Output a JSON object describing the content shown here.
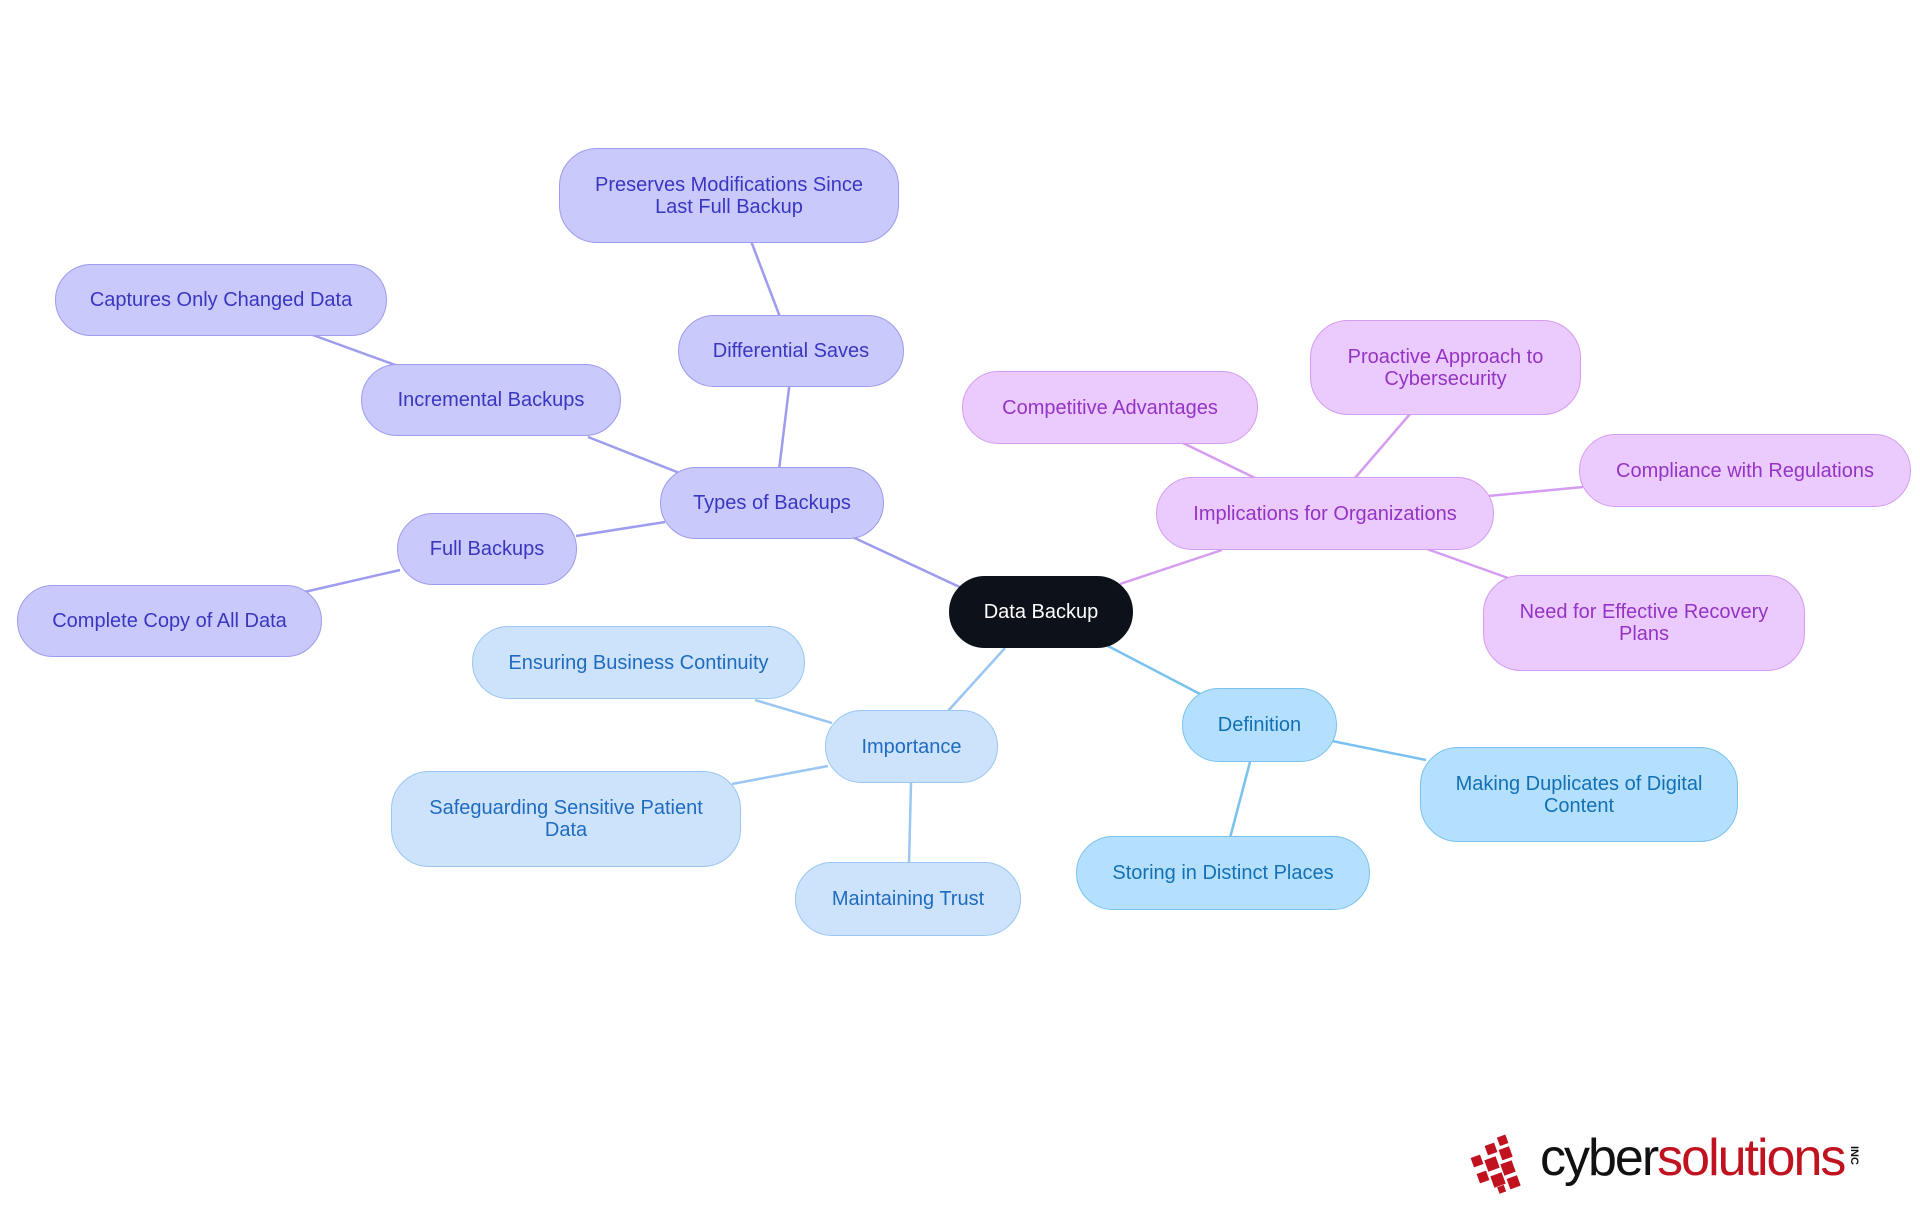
{
  "mindmap": {
    "root": "Data Backup",
    "branches": [
      {
        "label": "Types of Backups",
        "children": [
          {
            "label": "Differential Saves",
            "children": [
              "Preserves Modifications Since Last Full Backup"
            ]
          },
          {
            "label": "Incremental Backups",
            "children": [
              "Captures Only Changed Data"
            ]
          },
          {
            "label": "Full Backups",
            "children": [
              "Complete Copy of All Data"
            ]
          }
        ]
      },
      {
        "label": "Implications for Organizations",
        "children": [
          "Competitive Advantages",
          "Proactive Approach to Cybersecurity",
          "Compliance with Regulations",
          "Need for Effective Recovery Plans"
        ]
      },
      {
        "label": "Definition",
        "children": [
          "Making Duplicates of Digital Content",
          "Storing in Distinct Places"
        ]
      },
      {
        "label": "Importance",
        "children": [
          "Ensuring Business Continuity",
          "Safeguarding Sensitive Patient Data",
          "Maintaining Trust"
        ]
      }
    ]
  },
  "logo": {
    "wordmark_prefix": "cyber",
    "wordmark_suffix": "solutions",
    "suffix_mark": "INC"
  },
  "colors": {
    "root": "#0d121a",
    "types_of_backups": "#c9c9fb",
    "implications": "#ebcafd",
    "definition": "#b5e0fd",
    "importance": "#cde3fc",
    "edge_types": "#9d9cee",
    "edge_implications": "#d49cf2",
    "edge_definition": "#79c2f0",
    "edge_importance": "#9ac6f2",
    "logo_red": "#c1121f"
  }
}
